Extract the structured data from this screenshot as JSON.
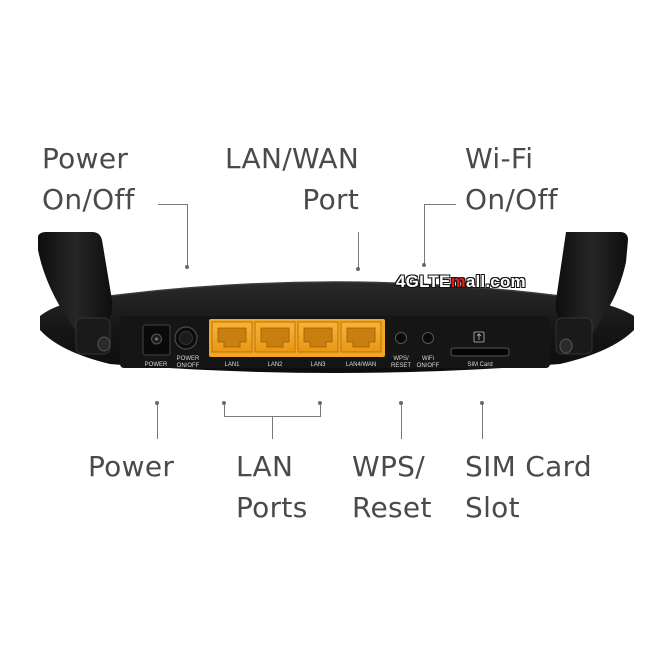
{
  "callouts": {
    "power_onoff": [
      "Power",
      "On/Off"
    ],
    "lan_wan": [
      "LAN/WAN",
      "Port"
    ],
    "wifi_onoff": [
      "Wi-Fi",
      "On/Off"
    ],
    "power": [
      "Power"
    ],
    "lan_ports": [
      "LAN",
      "Ports"
    ],
    "wps_reset": [
      "WPS/",
      "Reset"
    ],
    "sim_slot": [
      "SIM Card",
      "Slot"
    ]
  },
  "panel_labels": {
    "power": "POWER",
    "power_onoff": [
      "POWER",
      "ON/OFF"
    ],
    "lan1": "LAN1",
    "lan2": "LAN2",
    "lan3": "LAN3",
    "lan4wan": "LAN4/WAN",
    "wps_reset": [
      "WPS/",
      "RESET"
    ],
    "wifi_onoff": [
      "WiFi",
      "ON/OFF"
    ],
    "sim_card": "SIM Card"
  },
  "watermark": {
    "prefix": "4GLTE",
    "accent": "m",
    "suffix": "all.com"
  },
  "colors": {
    "port_orange": "#f2a623",
    "body": "#1c1c1c",
    "text": "#4a4a4a",
    "accent": "#e21c1c"
  }
}
